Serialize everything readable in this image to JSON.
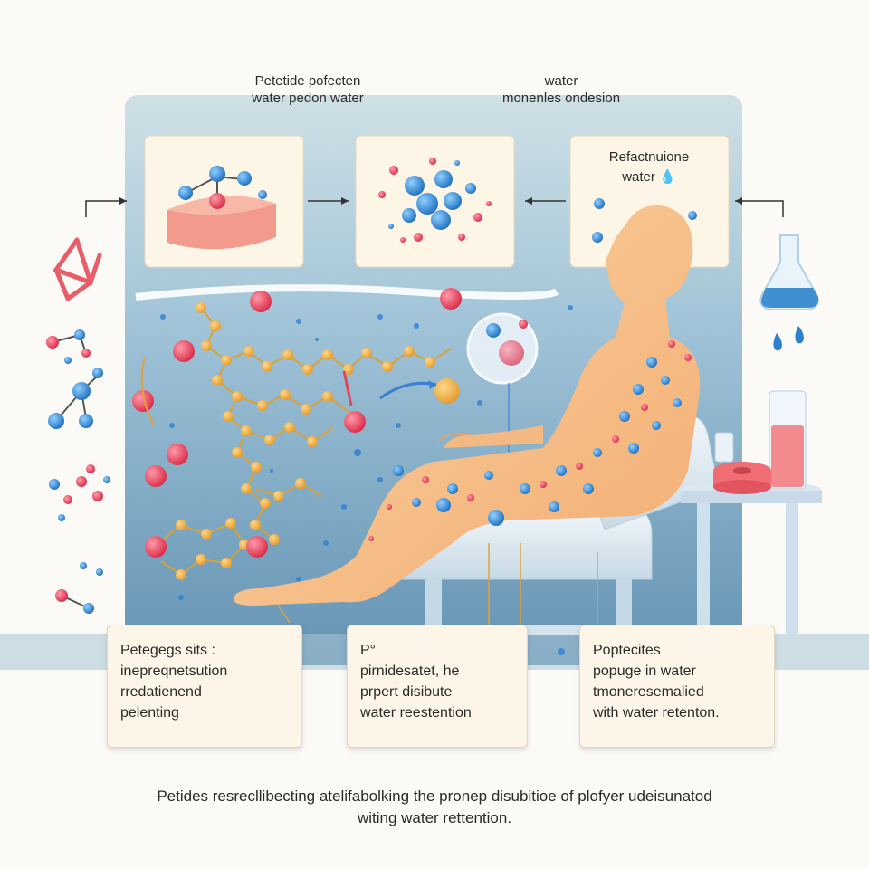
{
  "top_labels": {
    "left": [
      "Petetide pofecten",
      "water pedon water"
    ],
    "right": [
      "water",
      "monenles ondesion"
    ]
  },
  "panel_right_title": [
    "Refactnuione",
    "water"
  ],
  "notes": [
    [
      "Petegegs  sits :",
      "inepreqnetsution",
      "rredatienend",
      "pelenting"
    ],
    [
      "P°",
      "pirnidesatet, he",
      "prpert disibute",
      "water reestention"
    ],
    [
      "Poptecites",
      "popuge in water",
      "tmoneresemalied",
      "with water retenton."
    ]
  ],
  "caption": [
    "Petides  resrecllibecting atelifabolking the pronep disubitioe of plofyer udeisunatod",
    "witing water rettention."
  ],
  "colors": {
    "background": "#fbfaf6",
    "scene_blue": "#9fc3d6",
    "water_blue": "#3f8fd1",
    "peptide_red": "#e5495f",
    "amino_orange": "#f0b24a",
    "skin": "#f7c48f",
    "note_fill": "#fdf6e8"
  }
}
